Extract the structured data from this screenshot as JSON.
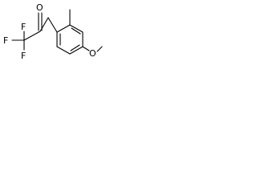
{
  "molecule": {
    "atoms": {
      "f_top": "F",
      "f_left": "F",
      "f_bottom": "F",
      "oxygen_carbonyl": "O",
      "oxygen_methoxy": "O"
    }
  },
  "colors": {
    "background": "#ffffff",
    "ink": "#000000"
  }
}
